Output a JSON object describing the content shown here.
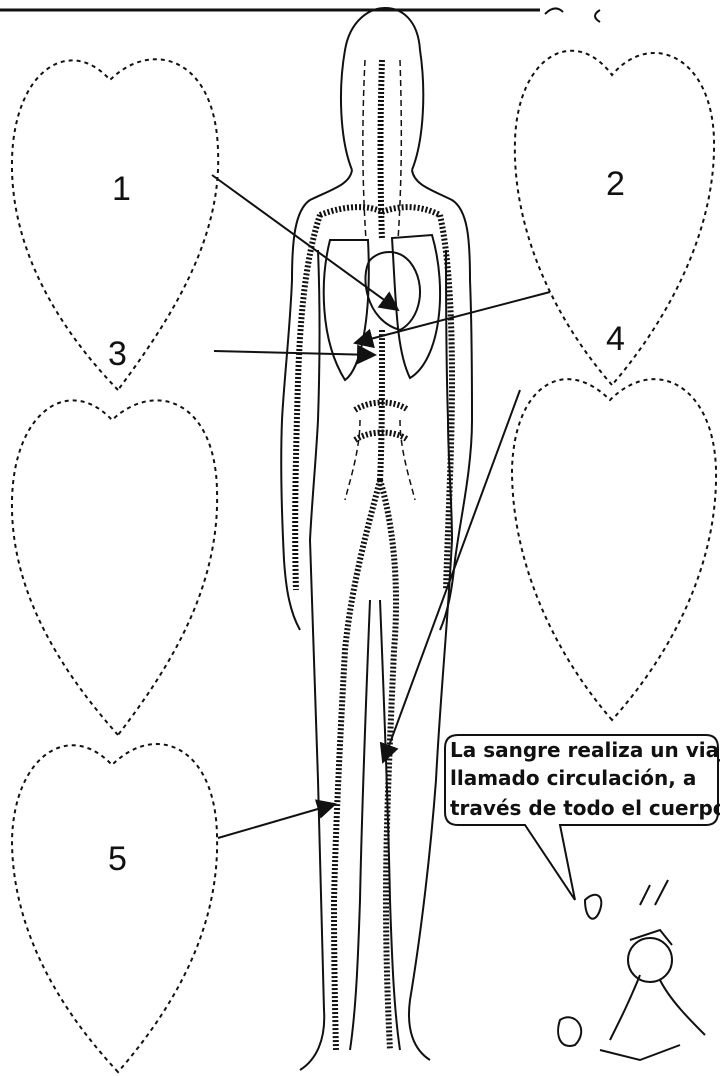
{
  "hearts": [
    {
      "label": "1"
    },
    {
      "label": "2"
    },
    {
      "label": "3"
    },
    {
      "label": "4"
    },
    {
      "label": "5"
    }
  ],
  "bubble": {
    "lines": [
      "La sangre realiza un viaje",
      "llamado circulación, a",
      "través de todo el cuerpo."
    ]
  }
}
